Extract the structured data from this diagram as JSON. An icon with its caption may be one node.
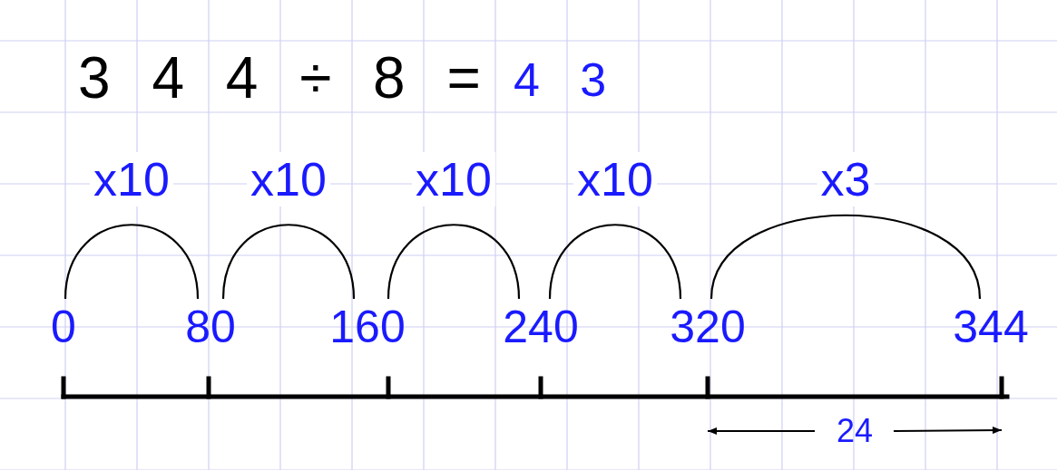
{
  "diagram": {
    "nodes": [
      {
        "text": [
          "0"
        ]
      },
      {
        "text": [
          "80"
        ]
      },
      {
        "text": [
          "160"
        ]
      },
      {
        "text": [
          "240"
        ]
      },
      {
        "text": [
          "320"
        ]
      },
      {
        "text": [
          "344"
        ]
      }
    ],
    "edges": [
      {
        "from": 0,
        "to": 1,
        "arrow": "none",
        "label": "x10"
      },
      {
        "from": 1,
        "to": 2,
        "arrow": "none",
        "label": "x10"
      },
      {
        "from": 2,
        "to": 3,
        "arrow": "none",
        "label": "x10"
      },
      {
        "from": 3,
        "to": 4,
        "arrow": "none",
        "label": "x10"
      },
      {
        "from": 4,
        "to": 5,
        "arrow": "none",
        "label": "x3"
      }
    ],
    "labels": [
      "3 4 4 ÷ 8 =",
      "4 3",
      "24"
    ]
  }
}
